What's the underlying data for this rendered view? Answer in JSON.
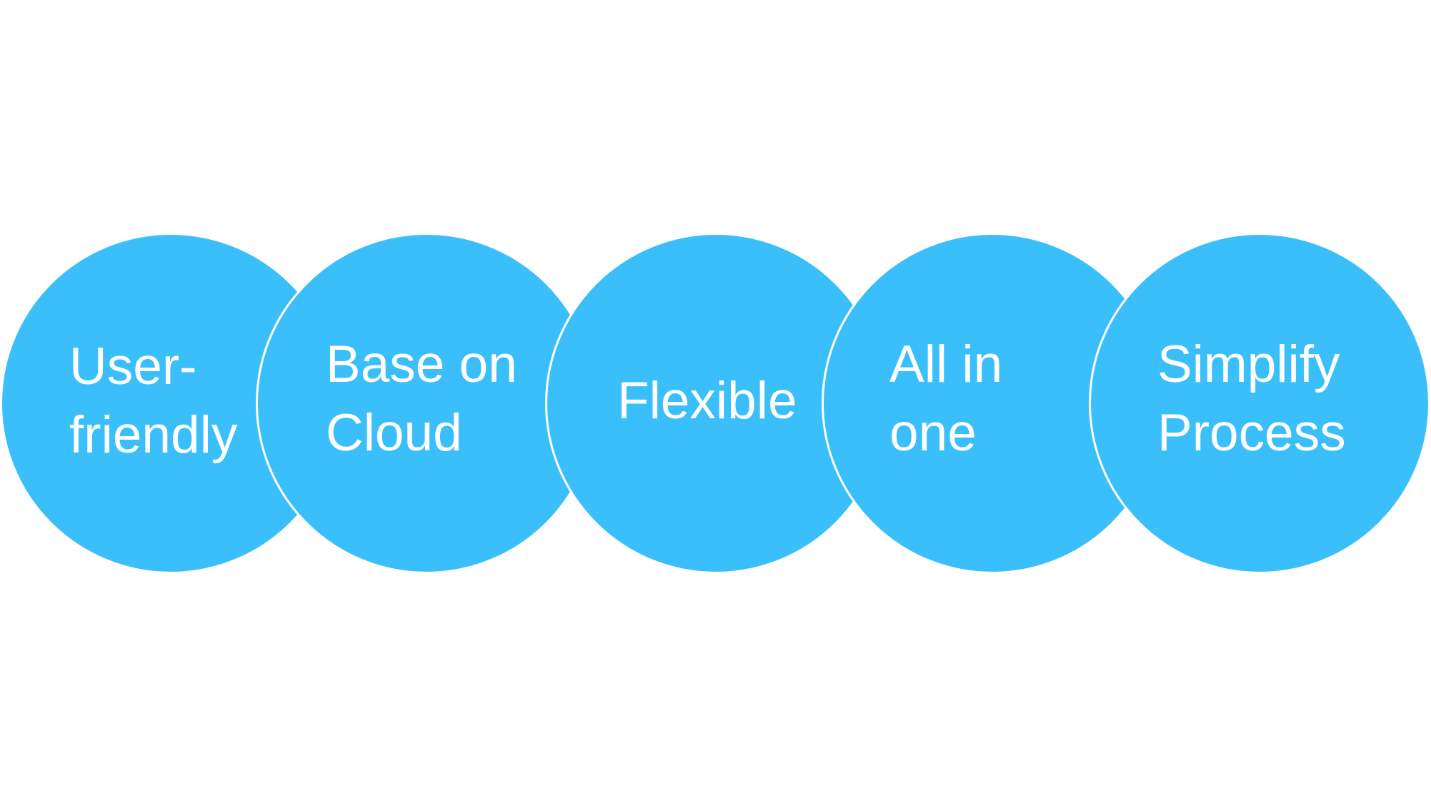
{
  "diagram": {
    "fill_color": "#3ABFFB",
    "outline_color": "#FFFFFF",
    "text_color": "#FFFFFF",
    "items": [
      {
        "label": "User-\nfriendly"
      },
      {
        "label": "Base on\nCloud"
      },
      {
        "label": "Flexible"
      },
      {
        "label": "All in\none"
      },
      {
        "label": "Simplify\nProcess"
      }
    ]
  }
}
